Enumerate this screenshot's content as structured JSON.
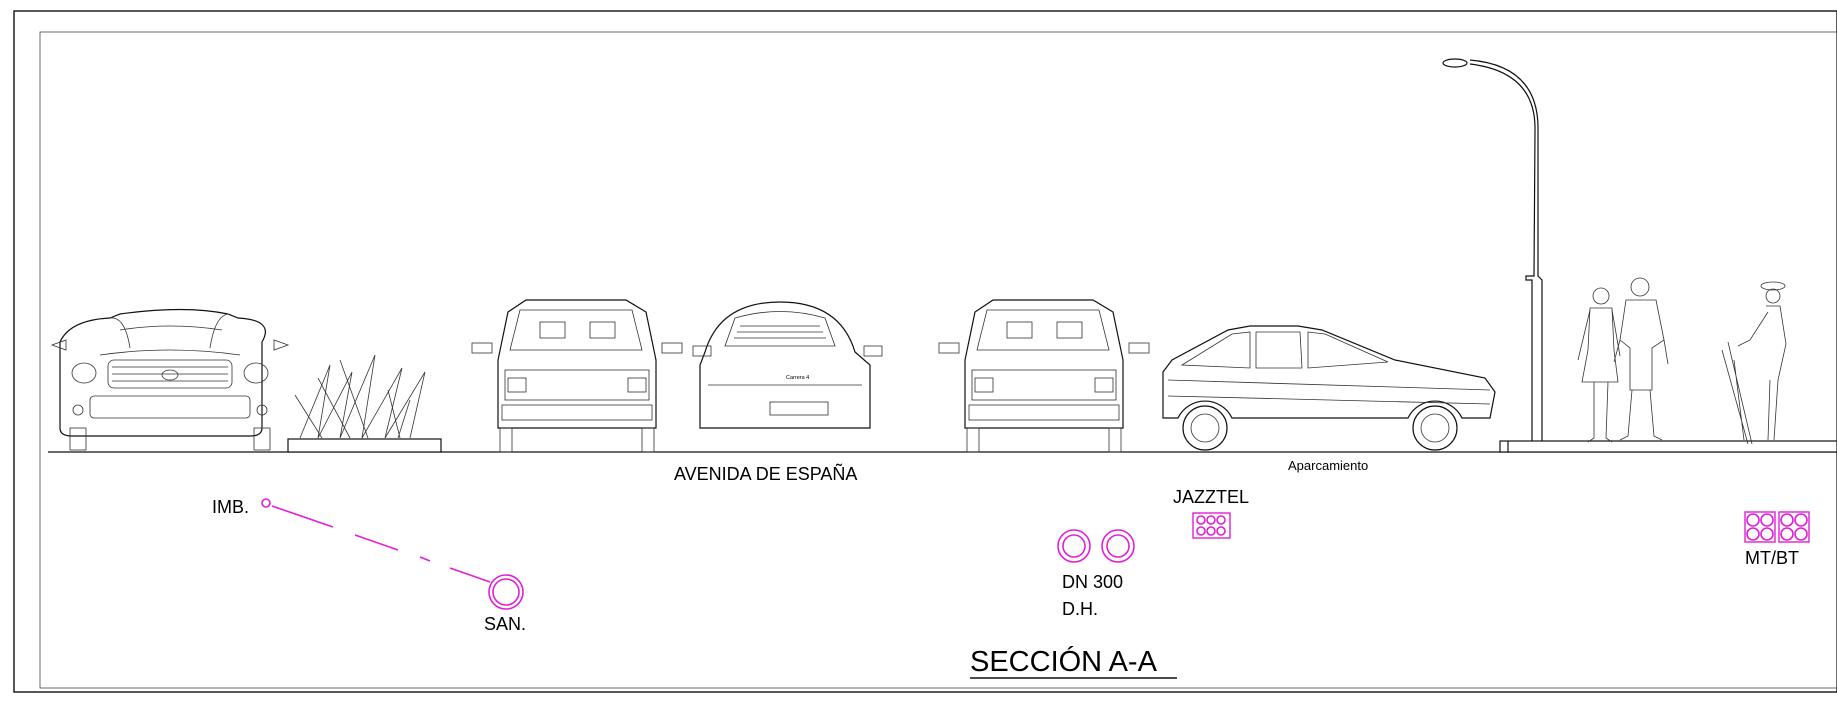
{
  "section_title": "SECCIÓN A-A",
  "street_name": "AVENIDA DE ESPAÑA",
  "parking_label": "Aparcamiento",
  "utilities": {
    "storm_drain": "IMB.",
    "sewer": "SAN.",
    "fiber_operator": "JAZZTEL",
    "water_diameter": "DN 300",
    "water_type": "D.H.",
    "electric": "MT/BT"
  },
  "car_badge_text": "Carrera 4",
  "colors": {
    "utility_lines": "#e11ed8",
    "drawing_lines": "#111111",
    "background": "#ffffff"
  },
  "icons": [
    "streetlight-icon",
    "pedestrian-couple-icon",
    "pedestrian-umbrella-icon",
    "planter-icon",
    "car-front-icon",
    "car-rear-icon",
    "car-side-icon"
  ]
}
